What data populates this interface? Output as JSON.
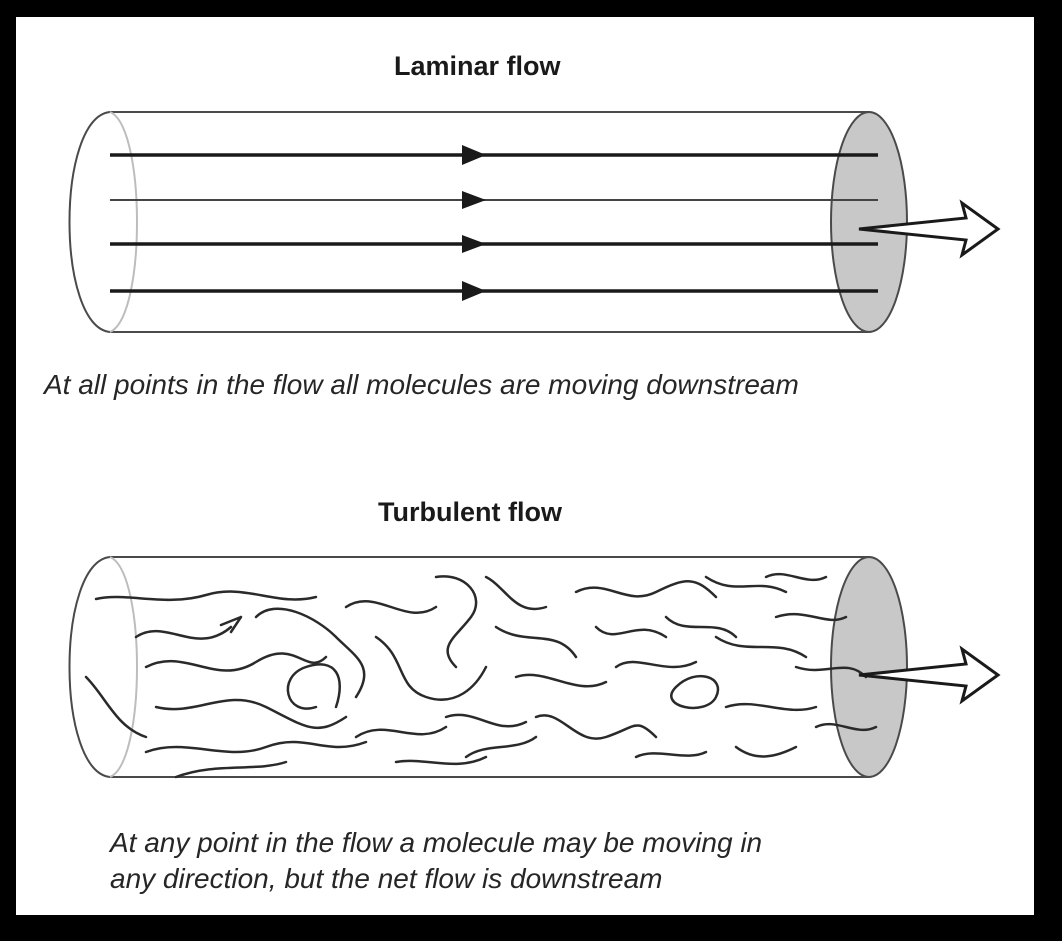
{
  "laminar": {
    "title": "Laminar flow",
    "caption": "At all points in the flow all molecules are moving downstream"
  },
  "turbulent": {
    "title": "Turbulent flow",
    "caption_line1": "At any point in the flow a molecule may be moving in",
    "caption_line2": "any direction, but the net flow is downstream"
  },
  "colors": {
    "background": "#000000",
    "panel": "#ffffff",
    "line": "#1a1a1a",
    "pipe_end": "#c8c8c8"
  }
}
